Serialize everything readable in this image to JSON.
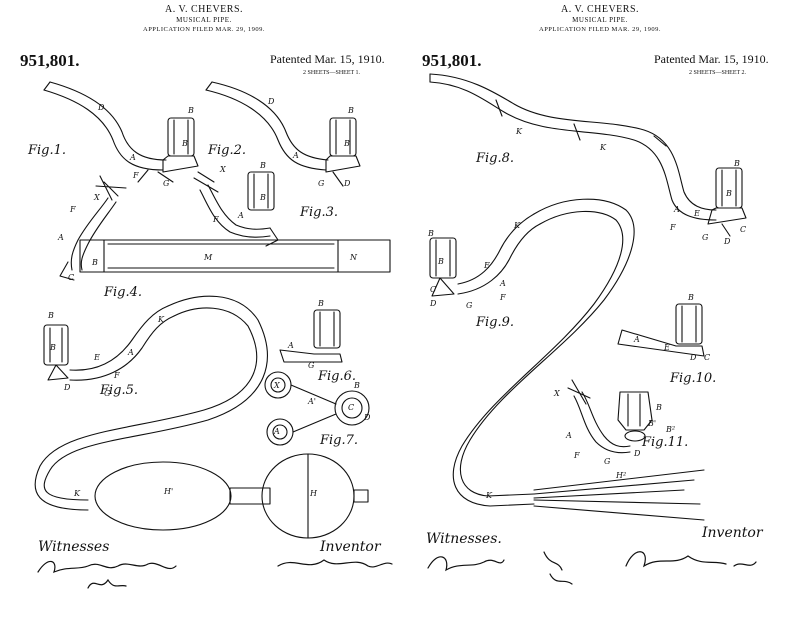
{
  "sheets": [
    {
      "inventor": "A. V. CHEVERS.",
      "title": "MUSICAL PIPE.",
      "filed": "APPLICATION FILED MAR. 29, 1909.",
      "patent_number": "951,801.",
      "patented": "Patented Mar. 15, 1910.",
      "sheet_label": "2 SHEETS—SHEET 1.",
      "figures": [
        "Fig.1.",
        "Fig.2.",
        "Fig.3.",
        "Fig.4.",
        "Fig.5.",
        "Fig.6.",
        "Fig.7."
      ],
      "witnesses_label": "Witnesses",
      "inventor_label": "Inventor"
    },
    {
      "inventor": "A. V. CHEVERS.",
      "title": "MUSICAL PIPE.",
      "filed": "APPLICATION FILED MAR. 29, 1909.",
      "patent_number": "951,801.",
      "patented": "Patented Mar. 15, 1910.",
      "sheet_label": "2 SHEETS—SHEET 2.",
      "figures": [
        "Fig.8.",
        "Fig.9.",
        "Fig.10.",
        "Fig.11."
      ],
      "witnesses_label": "Witnesses.",
      "inventor_label": "Inventor"
    }
  ],
  "reference_letters": [
    "A",
    "A'",
    "B",
    "B'",
    "B²",
    "C",
    "D",
    "E",
    "F",
    "G",
    "H",
    "H'",
    "H²",
    "K",
    "M",
    "N",
    "X"
  ]
}
